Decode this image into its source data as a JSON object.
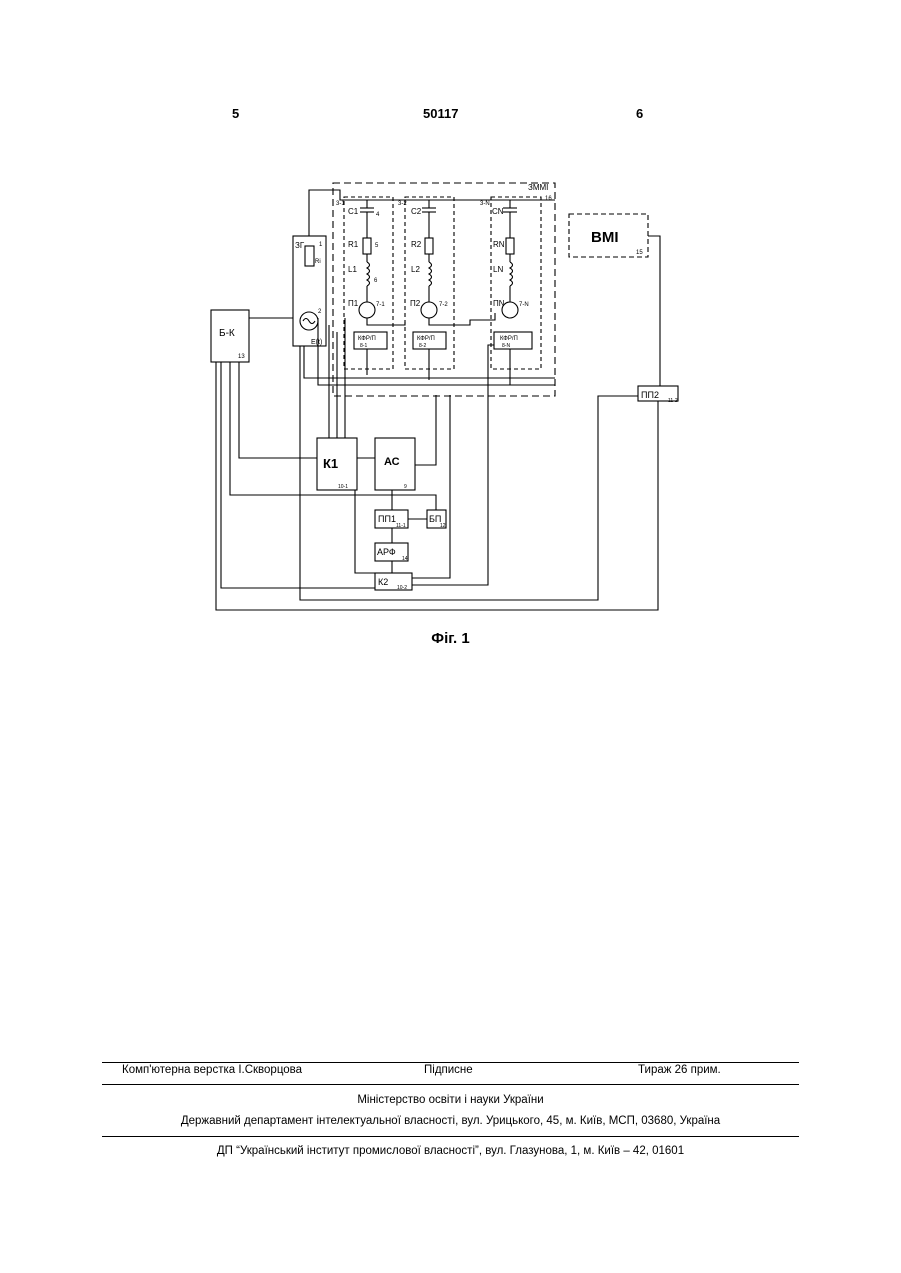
{
  "header": {
    "left_page": "5",
    "patent_number": "50117",
    "right_page": "6"
  },
  "figure": {
    "caption": "Фіг. 1",
    "labels": {
      "zmmi": "ЗММІ",
      "zmmi_num": "16",
      "vmi": "ВМІ",
      "vmi_num": "15",
      "bk": "Б-К",
      "bk_num": "13",
      "zg": "ЗГ",
      "zg_num1": "1",
      "ri": "Ri",
      "zg_num2": "2",
      "et": "Е(t)",
      "k1": "К1",
      "k1_num": "10-1",
      "as": "АС",
      "as_num": "9",
      "pp1": "ПП1",
      "pp1_num": "11-1",
      "bp": "БП",
      "bp_num": "12",
      "arf": "АРФ",
      "arf_num": "14",
      "k2": "К2",
      "k2_num": "10-2",
      "pp2": "ПП2",
      "pp2_num": "11-2",
      "ch1": {
        "tag": "3-1",
        "c": "С1",
        "c_n": "4",
        "r": "R1",
        "r_n": "5",
        "l": "L1",
        "l_n": "6",
        "p": "П1",
        "p_n": "7-1",
        "kfr": "КФР/П",
        "kfr_n": "8-1"
      },
      "ch2": {
        "tag": "3-2",
        "c": "С2",
        "r": "R2",
        "l": "L2",
        "p": "П2",
        "p_n": "7-2",
        "kfr": "КФР/П",
        "kfr_n": "8-2"
      },
      "chN": {
        "tag": "3-N",
        "c": "СN",
        "r": "RN",
        "l": "LN",
        "p": "ПN",
        "p_n": "7-N",
        "kfr": "КФР/П",
        "kfr_n": "8-N"
      }
    }
  },
  "footer": {
    "layout": "Комп'ютерна верстка І.Скворцова",
    "signed": "Підписне",
    "copies": "Тираж 26 прим.",
    "ministry": "Міністерство освіти і науки України",
    "department": "Державний департамент інтелектуальної власності, вул. Урицького, 45, м. Київ, МСП, 03680, Україна",
    "institute": "ДП “Український інститут промислової власності”, вул. Глазунова, 1, м. Київ – 42, 01601"
  }
}
